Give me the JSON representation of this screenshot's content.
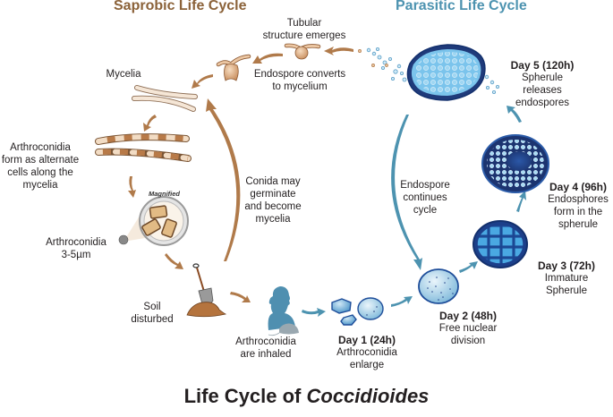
{
  "colors": {
    "saprobic": "#8b6239",
    "parasitic": "#4d93b0",
    "saprobic_arrow": "#b07a4a",
    "parasitic_arrow": "#5a9bb8",
    "text": "#231f20",
    "spherule_dark": "#1f3a7a",
    "spherule_light": "#5db4e6",
    "tan": "#e3b98f"
  },
  "sections": {
    "saprobic_title": "Saprobic Life Cycle",
    "parasitic_title": "Parasitic Life Cycle"
  },
  "saprobic_stages": [
    {
      "id": "tubular",
      "text": [
        "Tubular",
        "structure emerges"
      ]
    },
    {
      "id": "endospore-converts",
      "text": [
        "Endospore converts",
        "to mycelium"
      ]
    },
    {
      "id": "mycelia",
      "text": [
        "Mycelia"
      ]
    },
    {
      "id": "arthroconidia-form",
      "text": [
        "Arthroconidia",
        "form as alternate",
        "cells along the",
        "mycelia"
      ]
    },
    {
      "id": "arthroconidia-size",
      "text": [
        "Arthroconidia",
        "3-5µm"
      ]
    },
    {
      "id": "soil",
      "text": [
        "Soil",
        "disturbed"
      ]
    },
    {
      "id": "conida-germinate",
      "text": [
        "Conida may",
        "germinate",
        "and become",
        "mycelia"
      ]
    }
  ],
  "magnified_label": "Magnified",
  "parasitic_stages": [
    {
      "id": "inhaled",
      "day": "",
      "text": [
        "Arthroconidia",
        "are inhaled"
      ]
    },
    {
      "id": "day1",
      "day": "Day 1 (24h)",
      "text": [
        "Arthroconidia",
        "enlarge"
      ]
    },
    {
      "id": "day2",
      "day": "Day 2 (48h)",
      "text": [
        "Free nuclear",
        "division"
      ]
    },
    {
      "id": "day3",
      "day": "Day 3 (72h)",
      "text": [
        "Immature",
        "Spherule"
      ]
    },
    {
      "id": "day4",
      "day": "Day 4 (96h)",
      "text": [
        "Endosphores",
        "form in the",
        "spherule"
      ]
    },
    {
      "id": "day5",
      "day": "Day 5 (120h)",
      "text": [
        "Spherule",
        "releases",
        "endospores"
      ]
    },
    {
      "id": "continues",
      "day": "",
      "text": [
        "Endospore",
        "continues",
        "cycle"
      ]
    }
  ],
  "title": {
    "prefix": "Life Cycle of ",
    "genus": "Coccidioides"
  }
}
